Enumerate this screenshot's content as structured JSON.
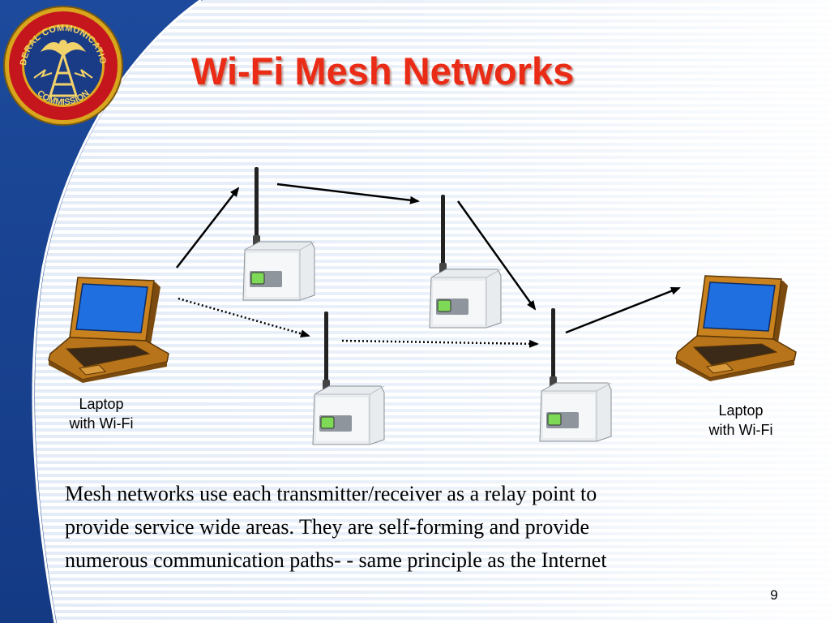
{
  "slide": {
    "title": "Wi-Fi Mesh Networks",
    "page_number": "9",
    "body": [
      "Mesh networks use each transmitter/receiver as a relay point to",
      "provide service wide areas.  They are self-forming and provide",
      "numerous communication paths- - same principle as the Internet"
    ]
  },
  "logo": {
    "top_text": "FEDERAL COMMUNICATIONS",
    "bottom_text": "COMMISSION"
  },
  "diagram": {
    "laptop_left_label": [
      "Laptop",
      "with Wi-Fi"
    ],
    "laptop_right_label": [
      "Laptop",
      "with Wi-Fi"
    ]
  },
  "colors": {
    "title": "#ea2b16",
    "background_blue": "#1a3f8f",
    "stripe": "#dfe9f6",
    "laptop_body": "#c9821e",
    "laptop_screen": "#1f6fe0"
  }
}
